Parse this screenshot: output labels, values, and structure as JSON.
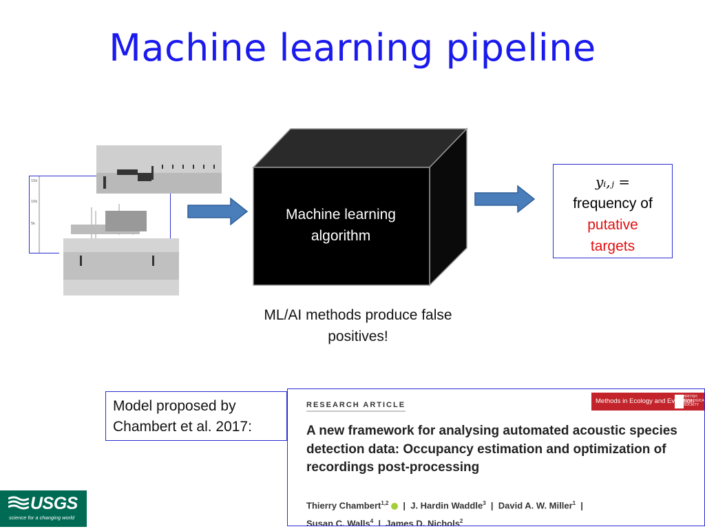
{
  "title": "Machine learning pipeline",
  "black_box": {
    "label_line1": "Machine learning",
    "label_line2": "algorithm"
  },
  "output_box": {
    "formula": "yᵢ,ⱼ =",
    "line1": "frequency of",
    "line2": "putative",
    "line3": "targets",
    "highlight_color": "#e01010"
  },
  "caption": {
    "line1": "ML/AI methods produce false",
    "line2": "positives!"
  },
  "model_box": {
    "line1": "Model proposed by",
    "line2": "Chambert et al. 2017:"
  },
  "paper": {
    "type_label": "RESEARCH ARTICLE",
    "journal": "Methods in Ecology and Evolution",
    "society": "BRITISH ECOLOGICAL SOCIETY",
    "title": "A new framework for analysing automated acoustic species detection data: Occupancy estimation and optimization of recordings post-processing",
    "authors": [
      {
        "name": "Thierry Chambert",
        "sup": "1,2"
      },
      {
        "name": "J. Hardin Waddle",
        "sup": "3"
      },
      {
        "name": "David A. W. Miller",
        "sup": "1"
      },
      {
        "name": "Susan C. Walls",
        "sup": "4"
      },
      {
        "name": "James D. Nichols",
        "sup": "2"
      }
    ]
  },
  "logo": {
    "word": "USGS",
    "tagline": "science for a changing world",
    "color": "#006b54"
  },
  "spectrogram_axis": {
    "ticks": [
      "15k",
      "10k",
      "5k"
    ]
  },
  "colors": {
    "title": "#1a1aee",
    "arrow_fill": "#4a7ebb",
    "arrow_stroke": "#2f5f98",
    "box_border": "#2b2bd0"
  }
}
